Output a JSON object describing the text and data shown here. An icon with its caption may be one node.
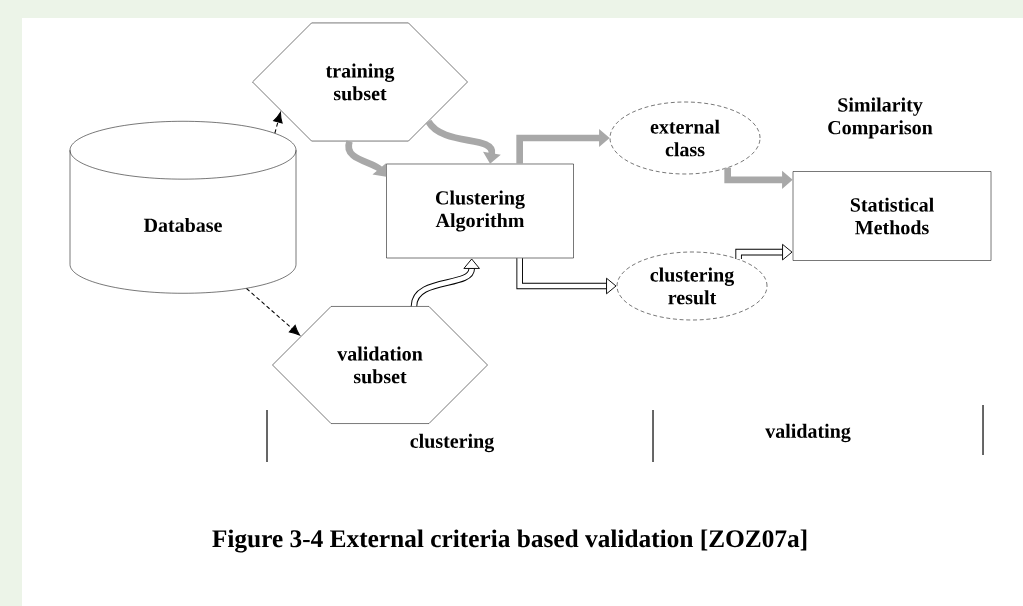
{
  "diagram": {
    "caption": "Figure 3-4 External criteria based validation [ZOZ07a]",
    "nodes": [
      {
        "text": [
          "Database"
        ]
      },
      {
        "text": [
          "training subset"
        ]
      },
      {
        "text": [
          "validation subset"
        ]
      },
      {
        "text": [
          "Clustering Algorithm"
        ]
      },
      {
        "text": [
          "external class"
        ]
      },
      {
        "text": [
          "clustering result"
        ]
      },
      {
        "text": [
          "Statistical Methods"
        ]
      }
    ],
    "edges": [
      {
        "from": 0,
        "to": 1,
        "arrow": "to",
        "style": "dashed"
      },
      {
        "from": 0,
        "to": 2,
        "arrow": "to",
        "style": "dashed"
      },
      {
        "from": 1,
        "to": 3,
        "arrow": "to",
        "color": "#a8a8a8"
      },
      {
        "from": 1,
        "to": 3,
        "arrow": "to",
        "color": "#a8a8a8"
      },
      {
        "from": 2,
        "to": 3,
        "arrow": "to"
      },
      {
        "from": 3,
        "to": 4,
        "arrow": "to",
        "color": "#a8a8a8"
      },
      {
        "from": 3,
        "to": 5,
        "arrow": "to"
      },
      {
        "from": 4,
        "to": 6,
        "arrow": "to",
        "color": "#a8a8a8"
      },
      {
        "from": 5,
        "to": 6,
        "arrow": "to"
      }
    ],
    "labels": [
      "Similarity Comparison",
      "clustering",
      "validating"
    ]
  }
}
